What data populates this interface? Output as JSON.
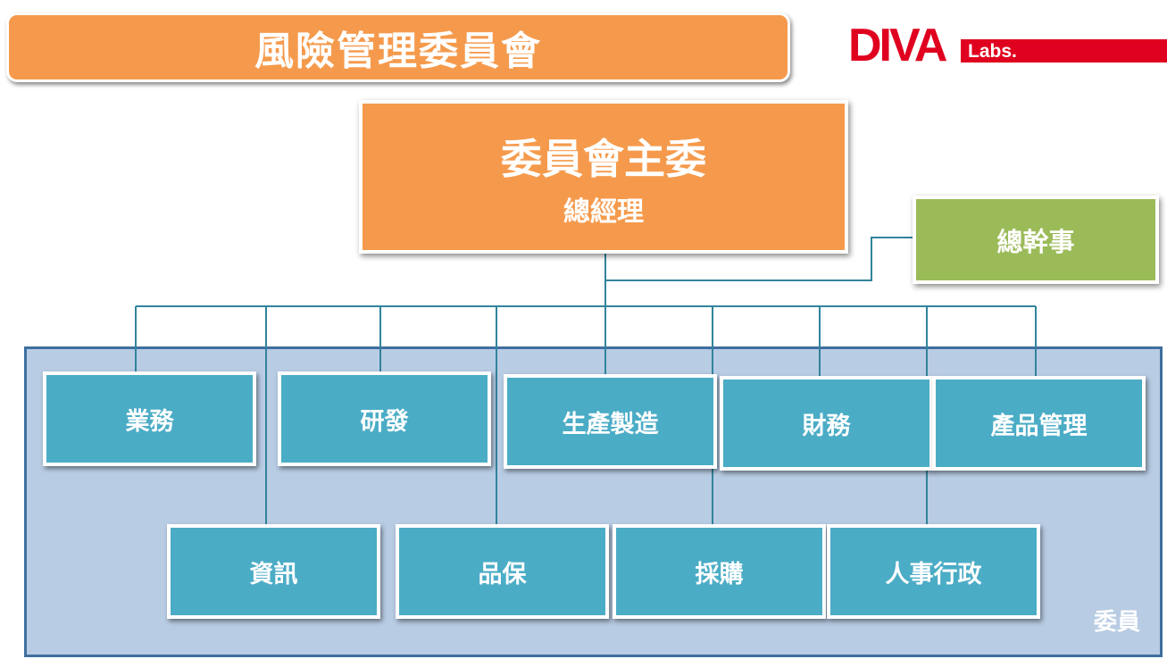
{
  "header": {
    "title": "風險管理委員會"
  },
  "logo": {
    "wordmark": "DIVA",
    "sub": "Labs."
  },
  "chair": {
    "title": "委員會主委",
    "subtitle": "總經理"
  },
  "secretary": {
    "label": "總幹事"
  },
  "members_panel": {
    "label": "委員"
  },
  "departments_row1": [
    "業務",
    "研發",
    "生產製造",
    "財務",
    "產品管理"
  ],
  "departments_row2": [
    "資訊",
    "品保",
    "採購",
    "人事行政"
  ],
  "colors": {
    "orange": "#f59a4c",
    "green": "#9bbb59",
    "teal": "#4bacc6",
    "panel": "#b8cce4",
    "line": "#31849b",
    "logo_red": "#e0001f"
  }
}
